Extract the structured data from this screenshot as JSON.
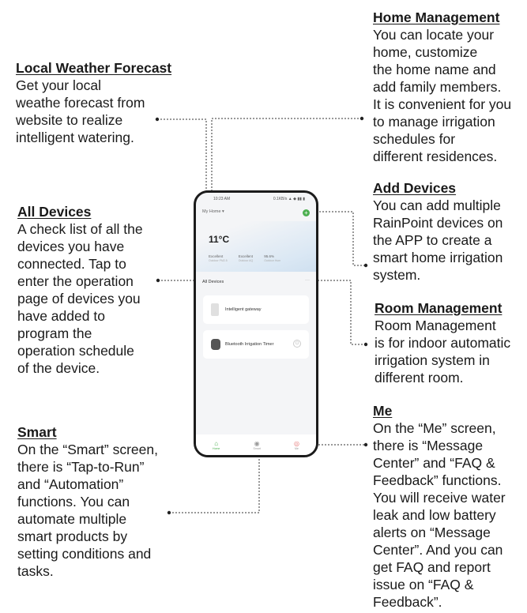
{
  "callouts": {
    "weather": {
      "title": "Local Weather Forecast",
      "body": "Get your local\nweathe forecast from\nwebsite to realize\nintelligent watering."
    },
    "devices": {
      "title": "All Devices",
      "body": "A check list of all the\ndevices you have\nconnected. Tap to\nenter the operation\npage of devices you\nhave added to\nprogram the\noperation schedule\nof the device."
    },
    "smart": {
      "title": "Smart",
      "body": "On the “Smart” screen,\nthere is “Tap-to-Run”\nand “Automation”\nfunctions. You can\nautomate multiple\nsmart products by\nsetting conditions and\ntasks."
    },
    "home": {
      "title": "Home Management",
      "body": "You can locate your\nhome, customize\nthe home name and\nadd family members.\nIt is convenient for you\nto manage irrigation\nschedules for\ndifferent residences."
    },
    "add": {
      "title": "Add Devices",
      "body": "You can add multiple\nRainPoint devices on\nthe APP to create a\nsmart home irrigation\nsystem."
    },
    "room": {
      "title": "Room Management",
      "body": "Room Management\nis for indoor automatic\nirrigation system in\ndifferent room."
    },
    "me": {
      "title": "Me",
      "body": "On the “Me” screen,\nthere is “Message\nCenter” and “FAQ &\nFeedback” functions.\nYou will receive water\nleak and low battery\nalerts on “Message\nCenter”. And you can\nget FAQ and report\nissue on “FAQ &\nFeedback”."
    }
  },
  "phone": {
    "time": "10:23 AM",
    "status_right": "0.1KB/s ▲ ◆ ▮▮ ▮",
    "home_name": "My Home ▾",
    "add_icon": "plus-icon",
    "temperature": "11°C",
    "stats": [
      {
        "value": "Excellent",
        "label": "Outdoor PM2.5"
      },
      {
        "value": "Excellent",
        "label": "Outdoor AQ"
      },
      {
        "value": "95.6%",
        "label": "Outdoor Hum"
      }
    ],
    "section_title": "All Devices",
    "more_icon": "ellipsis-icon",
    "devices": [
      {
        "name": "Intelligent gateway",
        "icon": "gateway-icon"
      },
      {
        "name": "Bluetooth Irrigation Timer",
        "icon": "timer-icon",
        "power_icon": "power-icon"
      }
    ],
    "tabs": [
      {
        "label": "Home",
        "icon": "home-icon"
      },
      {
        "label": "Smart",
        "icon": "smart-icon"
      },
      {
        "label": "Me",
        "icon": "me-icon"
      }
    ],
    "accent": "#4caf50"
  }
}
